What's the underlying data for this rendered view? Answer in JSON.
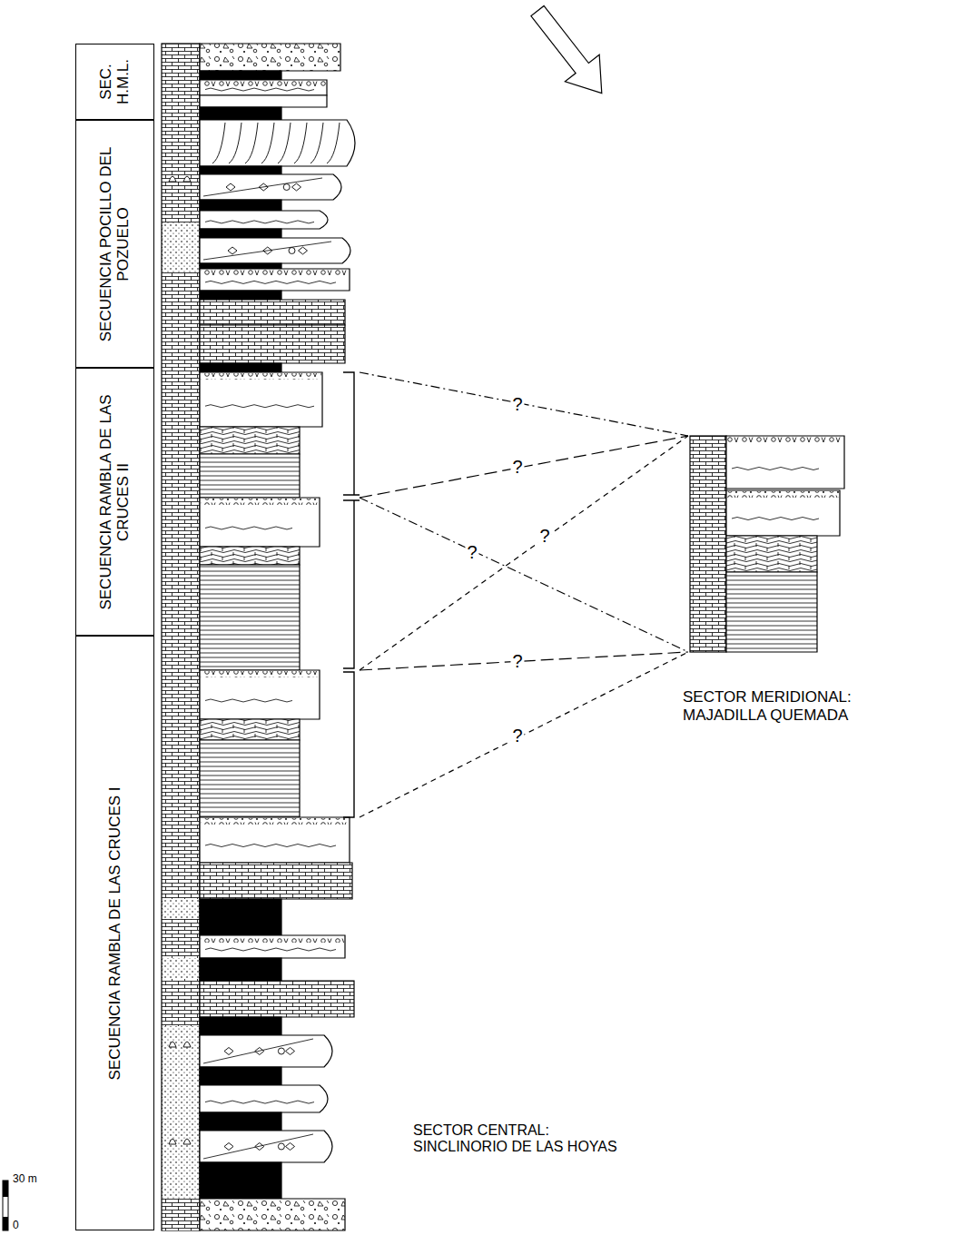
{
  "diagram": {
    "nodes": [
      {
        "text": [
          "SEC. H.M.L."
        ]
      },
      {
        "text": [
          "SECUENCIA POCILLO DEL POZUELO"
        ]
      },
      {
        "text": [
          "SECUENCIA RAMBLA DE LAS CRUCES II"
        ]
      },
      {
        "text": [
          "SECUENCIA RAMBLA DE LAS CRUCES I"
        ]
      }
    ],
    "labels": [
      "?",
      "?",
      "?",
      "?",
      "?",
      "?",
      "SECTOR MERIDIONAL: MAJADILLA QUEMADA",
      "SECTOR CENTRAL: SINCLINORIO DE LAS HOYAS",
      "30 m",
      "0"
    ]
  }
}
